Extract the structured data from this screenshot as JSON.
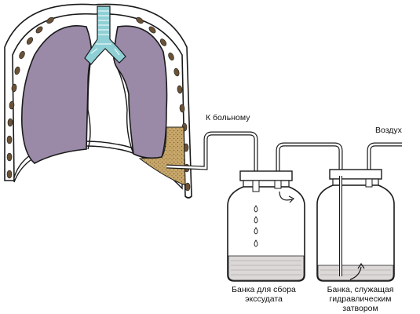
{
  "labels": {
    "to_patient": "К больному",
    "air": "Воздух",
    "collection_jar": [
      "Банка для сбора",
      "экссудата"
    ],
    "water_seal_jar": [
      "Банка, служащая",
      "гидравлическим",
      "затвором"
    ]
  },
  "colors": {
    "lung": "#9a8aa8",
    "trachea": "#8fd0d6",
    "effusion": "#c8a86a",
    "rib": "#6b5236",
    "outline": "#1a1a1a",
    "liquid": "#dcd8d8"
  }
}
